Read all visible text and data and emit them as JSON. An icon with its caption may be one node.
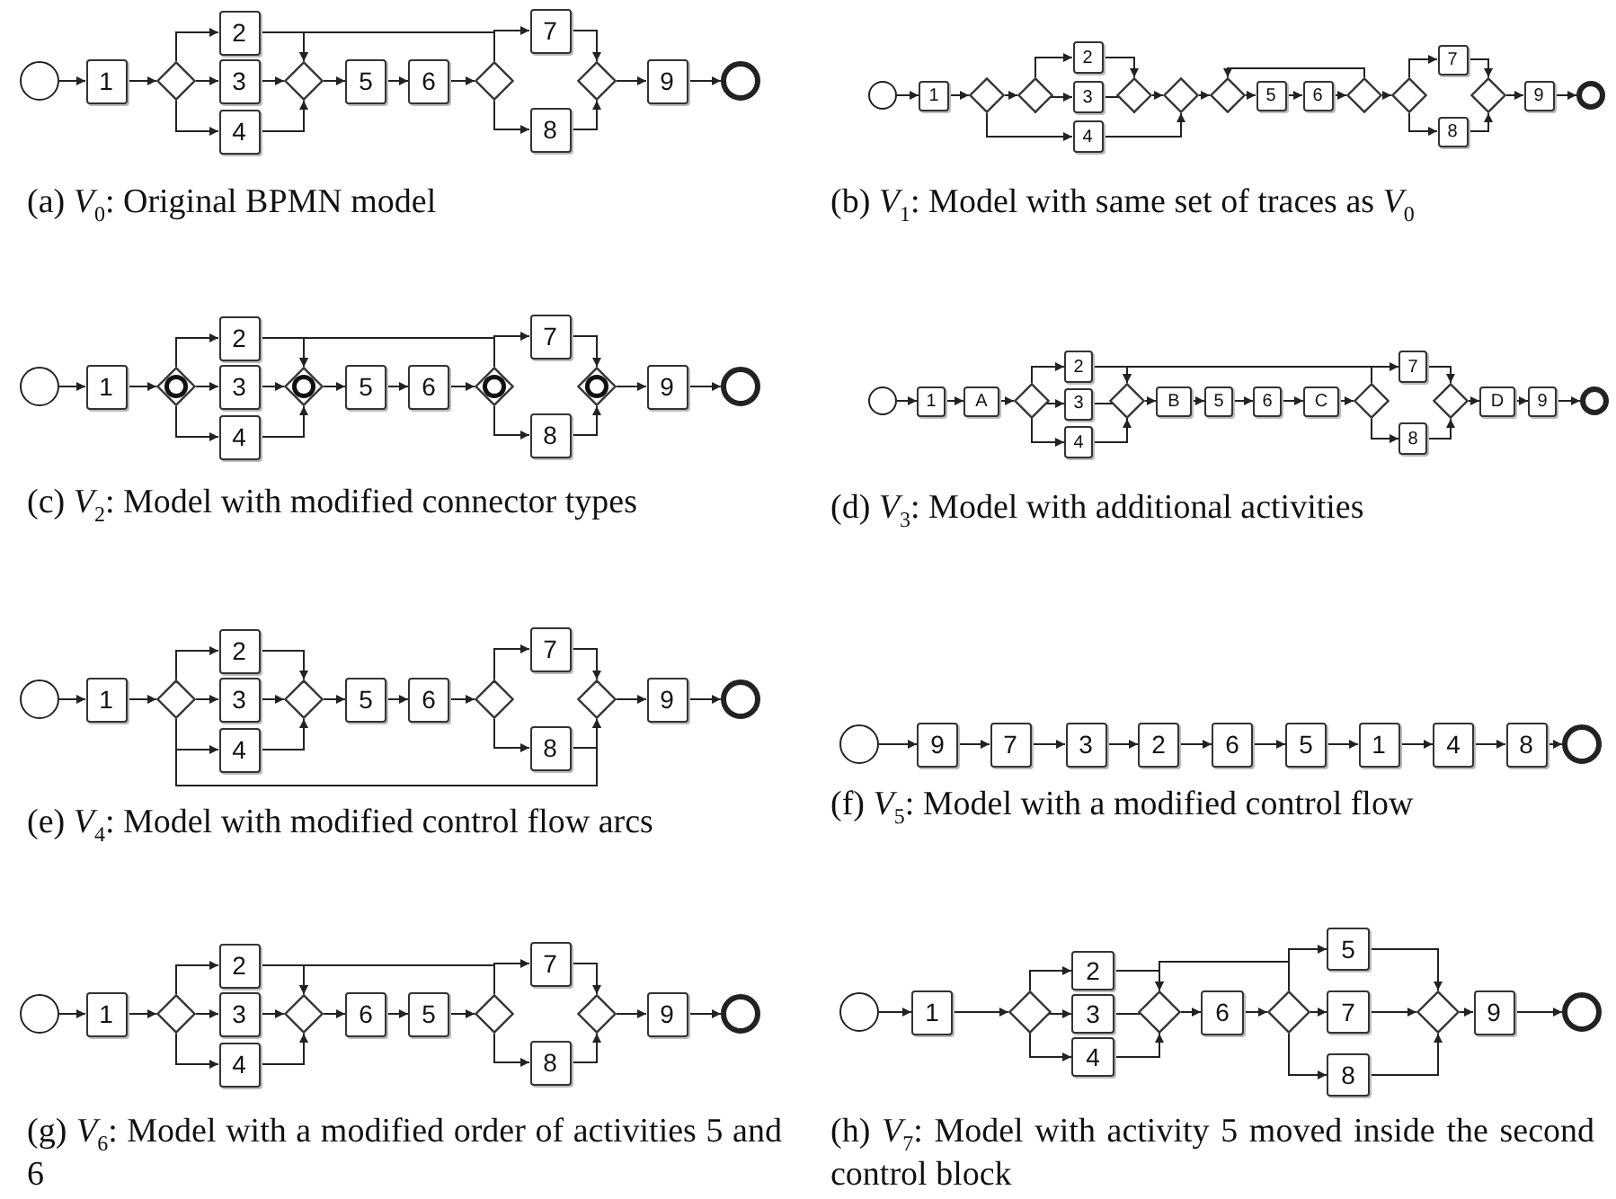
{
  "diagram": {
    "nodes": [
      {
        "text": [],
        "shape": "circle"
      },
      {
        "text": [
          "1"
        ]
      },
      {
        "text": [],
        "shape": "diamond"
      },
      {
        "text": [
          "2"
        ]
      },
      {
        "text": [
          "3"
        ]
      },
      {
        "text": [
          "4"
        ]
      },
      {
        "text": [],
        "shape": "diamond"
      },
      {
        "text": [
          "5"
        ]
      },
      {
        "text": [
          "6"
        ]
      },
      {
        "text": [],
        "shape": "diamond"
      },
      {
        "text": [
          "7"
        ]
      },
      {
        "text": [
          "8"
        ]
      },
      {
        "text": [],
        "shape": "diamond"
      },
      {
        "text": [
          "9"
        ]
      },
      {
        "text": [],
        "shape": "circle"
      },
      {
        "text": [],
        "shape": "circle"
      },
      {
        "text": [
          "1"
        ]
      },
      {
        "text": [],
        "shape": "diamond"
      },
      {
        "text": [],
        "shape": "diamond"
      },
      {
        "text": [
          "2"
        ]
      },
      {
        "text": [
          "3"
        ]
      },
      {
        "text": [
          "4"
        ]
      },
      {
        "text": [],
        "shape": "diamond"
      },
      {
        "text": [],
        "shape": "diamond"
      },
      {
        "text": [],
        "shape": "diamond"
      },
      {
        "text": [
          "5"
        ]
      },
      {
        "text": [
          "6"
        ]
      },
      {
        "text": [],
        "shape": "diamond"
      },
      {
        "text": [],
        "shape": "diamond"
      },
      {
        "text": [
          "7"
        ]
      },
      {
        "text": [
          "8"
        ]
      },
      {
        "text": [],
        "shape": "diamond"
      },
      {
        "text": [
          "9"
        ]
      },
      {
        "text": [],
        "shape": "circle"
      },
      {
        "text": [],
        "shape": "circle"
      },
      {
        "text": [
          "1"
        ]
      },
      {
        "text": [],
        "shape": "ringed-diamond"
      },
      {
        "text": [
          "2"
        ]
      },
      {
        "text": [
          "3"
        ]
      },
      {
        "text": [
          "4"
        ]
      },
      {
        "text": [],
        "shape": "ringed-diamond"
      },
      {
        "text": [
          "5"
        ]
      },
      {
        "text": [
          "6"
        ]
      },
      {
        "text": [],
        "shape": "ringed-diamond"
      },
      {
        "text": [
          "7"
        ]
      },
      {
        "text": [
          "8"
        ]
      },
      {
        "text": [],
        "shape": "ringed-diamond"
      },
      {
        "text": [
          "9"
        ]
      },
      {
        "text": [],
        "shape": "circle"
      },
      {
        "text": [],
        "shape": "circle"
      },
      {
        "text": [
          "1"
        ]
      },
      {
        "text": [
          "A"
        ]
      },
      {
        "text": [],
        "shape": "diamond"
      },
      {
        "text": [
          "2"
        ]
      },
      {
        "text": [
          "3"
        ]
      },
      {
        "text": [
          "4"
        ]
      },
      {
        "text": [],
        "shape": "diamond"
      },
      {
        "text": [
          "B"
        ]
      },
      {
        "text": [
          "5"
        ]
      },
      {
        "text": [
          "6"
        ]
      },
      {
        "text": [
          "C"
        ]
      },
      {
        "text": [],
        "shape": "diamond"
      },
      {
        "text": [
          "7"
        ]
      },
      {
        "text": [
          "8"
        ]
      },
      {
        "text": [],
        "shape": "diamond"
      },
      {
        "text": [
          "D"
        ]
      },
      {
        "text": [
          "9"
        ]
      },
      {
        "text": [],
        "shape": "circle"
      },
      {
        "text": [],
        "shape": "circle"
      },
      {
        "text": [
          "1"
        ]
      },
      {
        "text": [],
        "shape": "diamond"
      },
      {
        "text": [
          "2"
        ]
      },
      {
        "text": [
          "3"
        ]
      },
      {
        "text": [
          "4"
        ]
      },
      {
        "text": [],
        "shape": "diamond"
      },
      {
        "text": [
          "5"
        ]
      },
      {
        "text": [
          "6"
        ]
      },
      {
        "text": [],
        "shape": "diamond"
      },
      {
        "text": [
          "7"
        ]
      },
      {
        "text": [
          "8"
        ]
      },
      {
        "text": [],
        "shape": "diamond"
      },
      {
        "text": [
          "9"
        ]
      },
      {
        "text": [],
        "shape": "circle"
      },
      {
        "text": [],
        "shape": "circle"
      },
      {
        "text": [
          "9"
        ]
      },
      {
        "text": [
          "7"
        ]
      },
      {
        "text": [
          "3"
        ]
      },
      {
        "text": [
          "2"
        ]
      },
      {
        "text": [
          "6"
        ]
      },
      {
        "text": [
          "5"
        ]
      },
      {
        "text": [
          "1"
        ]
      },
      {
        "text": [
          "4"
        ]
      },
      {
        "text": [
          "8"
        ]
      },
      {
        "text": [],
        "shape": "circle"
      },
      {
        "text": [],
        "shape": "circle"
      },
      {
        "text": [
          "1"
        ]
      },
      {
        "text": [],
        "shape": "diamond"
      },
      {
        "text": [
          "2"
        ]
      },
      {
        "text": [
          "3"
        ]
      },
      {
        "text": [
          "4"
        ]
      },
      {
        "text": [],
        "shape": "diamond"
      },
      {
        "text": [
          "6"
        ]
      },
      {
        "text": [
          "5"
        ]
      },
      {
        "text": [],
        "shape": "diamond"
      },
      {
        "text": [
          "7"
        ]
      },
      {
        "text": [
          "8"
        ]
      },
      {
        "text": [],
        "shape": "diamond"
      },
      {
        "text": [
          "9"
        ]
      },
      {
        "text": [],
        "shape": "circle"
      },
      {
        "text": [],
        "shape": "circle"
      },
      {
        "text": [
          "1"
        ]
      },
      {
        "text": [],
        "shape": "diamond"
      },
      {
        "text": [
          "2"
        ]
      },
      {
        "text": [
          "3"
        ]
      },
      {
        "text": [
          "4"
        ]
      },
      {
        "text": [],
        "shape": "diamond"
      },
      {
        "text": [
          "6"
        ]
      },
      {
        "text": [],
        "shape": "diamond"
      },
      {
        "text": [
          "5"
        ]
      },
      {
        "text": [
          "7"
        ]
      },
      {
        "text": [
          "8"
        ]
      },
      {
        "text": [],
        "shape": "diamond"
      },
      {
        "text": [
          "9"
        ]
      },
      {
        "text": [],
        "shape": "circle"
      }
    ],
    "edges": [
      {
        "from": 0,
        "to": 1,
        "arrow": "to"
      },
      {
        "from": 1,
        "to": 2,
        "arrow": "to"
      },
      {
        "from": 2,
        "to": 3,
        "arrow": "to"
      },
      {
        "from": 2,
        "to": 4,
        "arrow": "to"
      },
      {
        "from": 2,
        "to": 5,
        "arrow": "to"
      },
      {
        "from": 3,
        "to": 6,
        "arrow": "to"
      },
      {
        "from": 4,
        "to": 6,
        "arrow": "to"
      },
      {
        "from": 5,
        "to": 6,
        "arrow": "to"
      },
      {
        "from": 6,
        "to": 7,
        "arrow": "to"
      },
      {
        "from": 7,
        "to": 8,
        "arrow": "to"
      },
      {
        "from": 8,
        "to": 9,
        "arrow": "to"
      },
      {
        "from": 9,
        "to": 6,
        "arrow": "to"
      },
      {
        "from": 9,
        "to": 10,
        "arrow": "to"
      },
      {
        "from": 9,
        "to": 11,
        "arrow": "to"
      },
      {
        "from": 10,
        "to": 12,
        "arrow": "to"
      },
      {
        "from": 11,
        "to": 12,
        "arrow": "to"
      },
      {
        "from": 12,
        "to": 13,
        "arrow": "to"
      },
      {
        "from": 13,
        "to": 14,
        "arrow": "to"
      },
      {
        "from": 15,
        "to": 16,
        "arrow": "to"
      },
      {
        "from": 16,
        "to": 17,
        "arrow": "to"
      },
      {
        "from": 17,
        "to": 18,
        "arrow": "to"
      },
      {
        "from": 17,
        "to": 21,
        "arrow": "to"
      },
      {
        "from": 18,
        "to": 19,
        "arrow": "to"
      },
      {
        "from": 18,
        "to": 20,
        "arrow": "to"
      },
      {
        "from": 19,
        "to": 22,
        "arrow": "to"
      },
      {
        "from": 20,
        "to": 22,
        "arrow": "to"
      },
      {
        "from": 22,
        "to": 23,
        "arrow": "to"
      },
      {
        "from": 21,
        "to": 23,
        "arrow": "to"
      },
      {
        "from": 23,
        "to": 24,
        "arrow": "to"
      },
      {
        "from": 27,
        "to": 24,
        "arrow": "to"
      },
      {
        "from": 24,
        "to": 25,
        "arrow": "to"
      },
      {
        "from": 25,
        "to": 26,
        "arrow": "to"
      },
      {
        "from": 26,
        "to": 27,
        "arrow": "to"
      },
      {
        "from": 27,
        "to": 28,
        "arrow": "to"
      },
      {
        "from": 28,
        "to": 29,
        "arrow": "to"
      },
      {
        "from": 28,
        "to": 30,
        "arrow": "to"
      },
      {
        "from": 29,
        "to": 31,
        "arrow": "to"
      },
      {
        "from": 30,
        "to": 31,
        "arrow": "to"
      },
      {
        "from": 31,
        "to": 32,
        "arrow": "to"
      },
      {
        "from": 32,
        "to": 33,
        "arrow": "to"
      },
      {
        "from": 34,
        "to": 35,
        "arrow": "to"
      },
      {
        "from": 35,
        "to": 36,
        "arrow": "to"
      },
      {
        "from": 36,
        "to": 37,
        "arrow": "to"
      },
      {
        "from": 36,
        "to": 38,
        "arrow": "to"
      },
      {
        "from": 36,
        "to": 39,
        "arrow": "to"
      },
      {
        "from": 37,
        "to": 40,
        "arrow": "to"
      },
      {
        "from": 38,
        "to": 40,
        "arrow": "to"
      },
      {
        "from": 39,
        "to": 40,
        "arrow": "to"
      },
      {
        "from": 40,
        "to": 41,
        "arrow": "to"
      },
      {
        "from": 41,
        "to": 42,
        "arrow": "to"
      },
      {
        "from": 42,
        "to": 43,
        "arrow": "to"
      },
      {
        "from": 43,
        "to": 40,
        "arrow": "to"
      },
      {
        "from": 43,
        "to": 44,
        "arrow": "to"
      },
      {
        "from": 43,
        "to": 45,
        "arrow": "to"
      },
      {
        "from": 44,
        "to": 46,
        "arrow": "to"
      },
      {
        "from": 45,
        "to": 46,
        "arrow": "to"
      },
      {
        "from": 46,
        "to": 47,
        "arrow": "to"
      },
      {
        "from": 47,
        "to": 48,
        "arrow": "to"
      },
      {
        "from": 49,
        "to": 50,
        "arrow": "to"
      },
      {
        "from": 50,
        "to": 51,
        "arrow": "to"
      },
      {
        "from": 51,
        "to": 52,
        "arrow": "to"
      },
      {
        "from": 52,
        "to": 53,
        "arrow": "to"
      },
      {
        "from": 52,
        "to": 54,
        "arrow": "to"
      },
      {
        "from": 52,
        "to": 55,
        "arrow": "to"
      },
      {
        "from": 53,
        "to": 56,
        "arrow": "to"
      },
      {
        "from": 54,
        "to": 56,
        "arrow": "to"
      },
      {
        "from": 55,
        "to": 56,
        "arrow": "to"
      },
      {
        "from": 56,
        "to": 57,
        "arrow": "to"
      },
      {
        "from": 57,
        "to": 58,
        "arrow": "to"
      },
      {
        "from": 58,
        "to": 59,
        "arrow": "to"
      },
      {
        "from": 59,
        "to": 60,
        "arrow": "to"
      },
      {
        "from": 60,
        "to": 61,
        "arrow": "to"
      },
      {
        "from": 61,
        "to": 56,
        "arrow": "to"
      },
      {
        "from": 61,
        "to": 62,
        "arrow": "to"
      },
      {
        "from": 61,
        "to": 63,
        "arrow": "to"
      },
      {
        "from": 62,
        "to": 64,
        "arrow": "to"
      },
      {
        "from": 63,
        "to": 64,
        "arrow": "to"
      },
      {
        "from": 64,
        "to": 65,
        "arrow": "to"
      },
      {
        "from": 65,
        "to": 66,
        "arrow": "to"
      },
      {
        "from": 66,
        "to": 67,
        "arrow": "to"
      },
      {
        "from": 68,
        "to": 69,
        "arrow": "to"
      },
      {
        "from": 69,
        "to": 70,
        "arrow": "to"
      },
      {
        "from": 70,
        "to": 71,
        "arrow": "to"
      },
      {
        "from": 70,
        "to": 72,
        "arrow": "to"
      },
      {
        "from": 70,
        "to": 73,
        "arrow": "to"
      },
      {
        "from": 71,
        "to": 74,
        "arrow": "to"
      },
      {
        "from": 72,
        "to": 74,
        "arrow": "to"
      },
      {
        "from": 73,
        "to": 74,
        "arrow": "to"
      },
      {
        "from": 74,
        "to": 75,
        "arrow": "to"
      },
      {
        "from": 75,
        "to": 76,
        "arrow": "to"
      },
      {
        "from": 76,
        "to": 77,
        "arrow": "to"
      },
      {
        "from": 77,
        "to": 78,
        "arrow": "to"
      },
      {
        "from": 77,
        "to": 79,
        "arrow": "to"
      },
      {
        "from": 78,
        "to": 80,
        "arrow": "to"
      },
      {
        "from": 79,
        "to": 80,
        "arrow": "to"
      },
      {
        "from": 70,
        "to": 80,
        "arrow": "to"
      },
      {
        "from": 80,
        "to": 81,
        "arrow": "to"
      },
      {
        "from": 81,
        "to": 82,
        "arrow": "to"
      },
      {
        "from": 83,
        "to": 84,
        "arrow": "to"
      },
      {
        "from": 84,
        "to": 85,
        "arrow": "to"
      },
      {
        "from": 85,
        "to": 86,
        "arrow": "to"
      },
      {
        "from": 86,
        "to": 87,
        "arrow": "to"
      },
      {
        "from": 87,
        "to": 88,
        "arrow": "to"
      },
      {
        "from": 88,
        "to": 89,
        "arrow": "to"
      },
      {
        "from": 89,
        "to": 90,
        "arrow": "to"
      },
      {
        "from": 90,
        "to": 91,
        "arrow": "to"
      },
      {
        "from": 91,
        "to": 92,
        "arrow": "to"
      },
      {
        "from": 92,
        "to": 93,
        "arrow": "to"
      },
      {
        "from": 94,
        "to": 95,
        "arrow": "to"
      },
      {
        "from": 95,
        "to": 96,
        "arrow": "to"
      },
      {
        "from": 96,
        "to": 97,
        "arrow": "to"
      },
      {
        "from": 96,
        "to": 98,
        "arrow": "to"
      },
      {
        "from": 96,
        "to": 99,
        "arrow": "to"
      },
      {
        "from": 97,
        "to": 100,
        "arrow": "to"
      },
      {
        "from": 98,
        "to": 100,
        "arrow": "to"
      },
      {
        "from": 99,
        "to": 100,
        "arrow": "to"
      },
      {
        "from": 100,
        "to": 101,
        "arrow": "to"
      },
      {
        "from": 101,
        "to": 102,
        "arrow": "to"
      },
      {
        "from": 102,
        "to": 103,
        "arrow": "to"
      },
      {
        "from": 103,
        "to": 100,
        "arrow": "to"
      },
      {
        "from": 103,
        "to": 104,
        "arrow": "to"
      },
      {
        "from": 103,
        "to": 105,
        "arrow": "to"
      },
      {
        "from": 104,
        "to": 106,
        "arrow": "to"
      },
      {
        "from": 105,
        "to": 106,
        "arrow": "to"
      },
      {
        "from": 106,
        "to": 107,
        "arrow": "to"
      },
      {
        "from": 107,
        "to": 108,
        "arrow": "to"
      },
      {
        "from": 109,
        "to": 110,
        "arrow": "to"
      },
      {
        "from": 110,
        "to": 111,
        "arrow": "to"
      },
      {
        "from": 111,
        "to": 112,
        "arrow": "to"
      },
      {
        "from": 111,
        "to": 113,
        "arrow": "to"
      },
      {
        "from": 111,
        "to": 114,
        "arrow": "to"
      },
      {
        "from": 112,
        "to": 115,
        "arrow": "to"
      },
      {
        "from": 113,
        "to": 115,
        "arrow": "to"
      },
      {
        "from": 114,
        "to": 115,
        "arrow": "to"
      },
      {
        "from": 115,
        "to": 116,
        "arrow": "to"
      },
      {
        "from": 116,
        "to": 117,
        "arrow": "to"
      },
      {
        "from": 117,
        "to": 115,
        "arrow": "to"
      },
      {
        "from": 117,
        "to": 118,
        "arrow": "to"
      },
      {
        "from": 117,
        "to": 119,
        "arrow": "to"
      },
      {
        "from": 117,
        "to": 120,
        "arrow": "to"
      },
      {
        "from": 118,
        "to": 121,
        "arrow": "to"
      },
      {
        "from": 119,
        "to": 121,
        "arrow": "to"
      },
      {
        "from": 120,
        "to": 121,
        "arrow": "to"
      },
      {
        "from": 121,
        "to": 122,
        "arrow": "to"
      },
      {
        "from": 122,
        "to": 123,
        "arrow": "to"
      }
    ],
    "labels": [
      "(a) *V*$_{0}$: Original BPMN model",
      "(b) *V*$_{1}$: Model with same set of traces as *V*$_{0}$",
      "(c) *V*$_{2}$: Model with modified connector types",
      "(d) *V*$_{3}$: Model with additional activities",
      "(e) *V*$_{4}$: Model with modified control flow arcs",
      "(f) *V*$_{5}$: Model with a modified control flow",
      "(g) *V*$_{6}$: Model with a modified order of activities 5 and 6",
      "(h) *V*$_{7}$: Model with activity 5 moved inside the second control block"
    ]
  }
}
